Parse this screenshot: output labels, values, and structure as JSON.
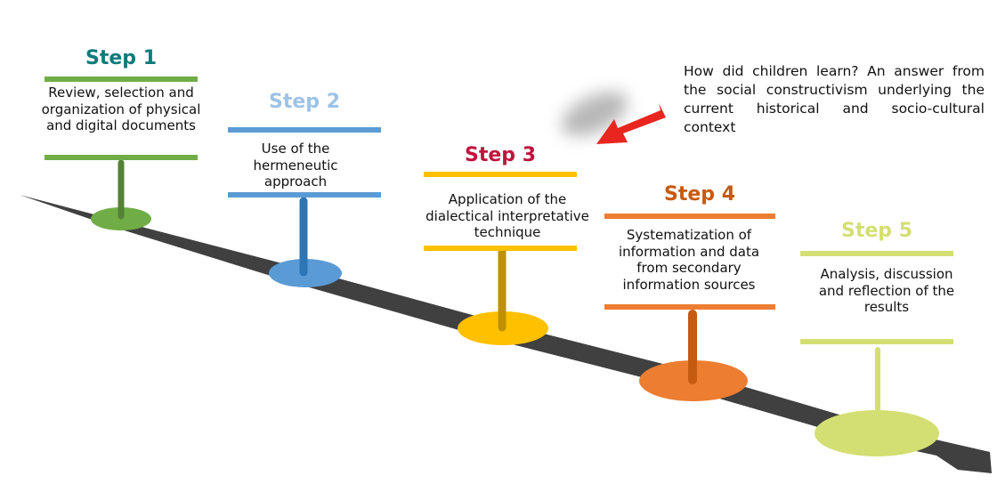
{
  "question": {
    "text": "How did children learn? An answer from the social constructivism underlying the current historical and socio-cultural context",
    "arrow_color": "#e8261f"
  },
  "road": {
    "color": "#404040"
  },
  "steps": [
    {
      "title": "Step 1",
      "description": "Review, selection and organization of physical and digital documents",
      "title_color": "#127a7a",
      "bar_color": "#70ad47",
      "pole_color": "#548235",
      "base_color": "#70ad47"
    },
    {
      "title": "Step 2",
      "description": "Use of the hermeneutic approach",
      "title_color": "#9dc3e6",
      "bar_color": "#5b9bd5",
      "pole_color": "#2e75b6",
      "base_color": "#5b9bd5"
    },
    {
      "title": "Step 3",
      "description": "Application of the dialectical interpretative technique",
      "title_color": "#c0143c",
      "bar_color": "#ffc000",
      "pole_color": "#bf9000",
      "base_color": "#ffc000"
    },
    {
      "title": "Step 4",
      "description": "Systematization of information and data from secondary information sources",
      "title_color": "#c55a11",
      "bar_color": "#ed7d31",
      "pole_color": "#c55a11",
      "base_color": "#ed7d31"
    },
    {
      "title": "Step 5",
      "description": "Analysis, discussion and reflection of the results",
      "title_color": "#d4df73",
      "bar_color": "#d4df73",
      "pole_color": "#d4df73",
      "base_color": "#d4df73"
    }
  ]
}
